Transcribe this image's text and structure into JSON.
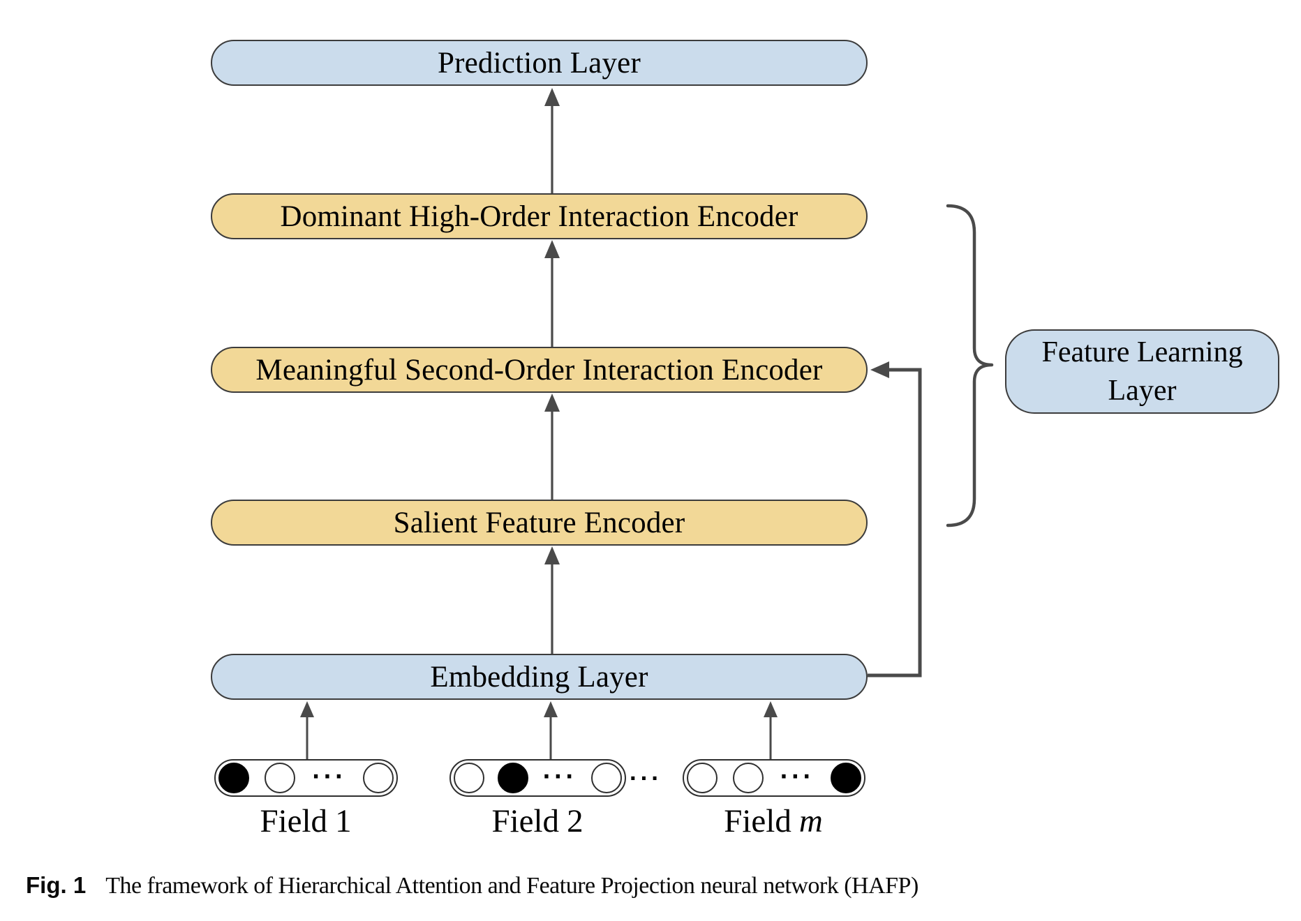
{
  "diagram": {
    "prediction_label": "Prediction Layer",
    "dominant_label": "Dominant High-Order Interaction Encoder",
    "meaningful_label": "Meaningful Second-Order Interaction Encoder",
    "salient_label": "Salient Feature Encoder",
    "embedding_label": "Embedding Layer",
    "feature_learning_line1": "Feature Learning",
    "feature_learning_line2": "Layer",
    "ellipsis": "···"
  },
  "fields": [
    {
      "name": "Field",
      "index": "1",
      "pattern": [
        "filled",
        "empty",
        "dots",
        "empty"
      ]
    },
    {
      "name": "Field",
      "index": "2",
      "pattern": [
        "empty",
        "filled",
        "dots",
        "empty"
      ]
    },
    {
      "name": "Field",
      "index": "m",
      "pattern": [
        "empty",
        "empty",
        "dots",
        "filled"
      ]
    }
  ],
  "caption": {
    "label": "Fig. 1",
    "text": "The framework of Hierarchical Attention and Feature Projection neural network (HAFP)"
  },
  "colors": {
    "layer_blue": "#cbdcec",
    "encoder_yellow": "#f2d897",
    "outline": "#3c3c3c",
    "arrow": "#4a4a4a"
  }
}
